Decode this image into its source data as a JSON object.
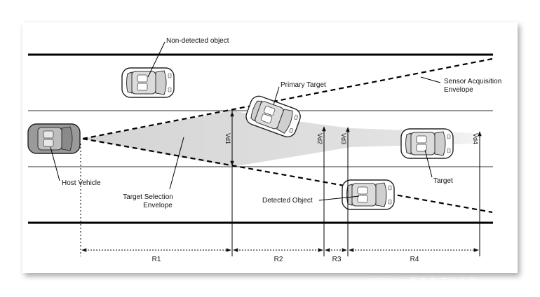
{
  "labels": {
    "non_detected": "Non-detected object",
    "primary_target": "Primary Target",
    "sensor_line1": "Sensor Acquisition",
    "sensor_line2": "Envelope",
    "host_vehicle": "Host Vehicle",
    "target_sel_line1": "Target Selection",
    "target_sel_line2": "Envelope",
    "detected_object": "Detected Object",
    "target": "Target"
  },
  "ranges": [
    "R1",
    "R2",
    "R3",
    "R4"
  ],
  "vertical_markers": [
    "Vd1",
    "Vd2",
    "Vd3",
    "Vd4"
  ],
  "watermark": "CSDN @夏天来了快去游"
}
